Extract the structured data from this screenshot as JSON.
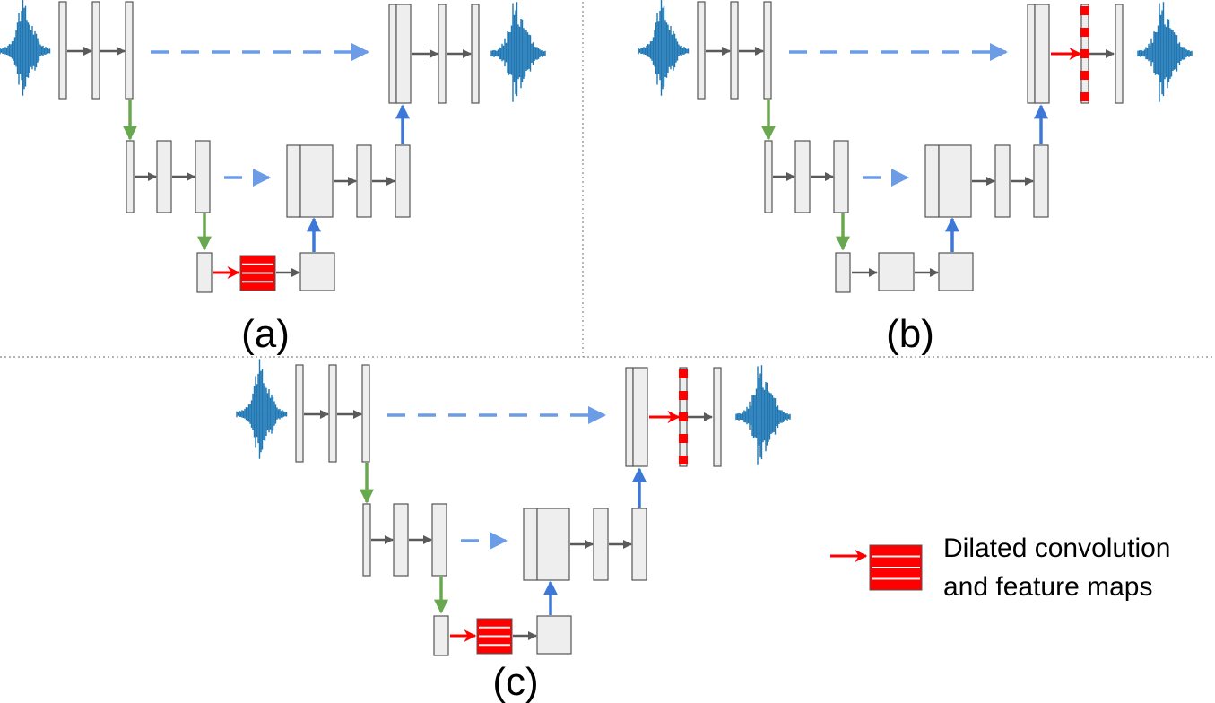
{
  "panels": [
    {
      "id": "a",
      "label": "(a)",
      "bottleneck": "dilated",
      "decoder_dilated": false
    },
    {
      "id": "b",
      "label": "(b)",
      "bottleneck": "plain",
      "decoder_dilated": true
    },
    {
      "id": "c",
      "label": "(c)",
      "bottleneck": "dilated",
      "decoder_dilated": true
    }
  ],
  "legend": {
    "line1": "Dilated convolution",
    "line2": "and feature maps"
  },
  "colors": {
    "box_fill": "#eeeeee",
    "box_stroke": "#555555",
    "arrow": "#5a5a5a",
    "skip": "#6c9ce6",
    "down": "#6aa84f",
    "up": "#3d78d8",
    "dilated": "#ff0000",
    "wave": "#1f77b4",
    "divider": "#888888"
  }
}
